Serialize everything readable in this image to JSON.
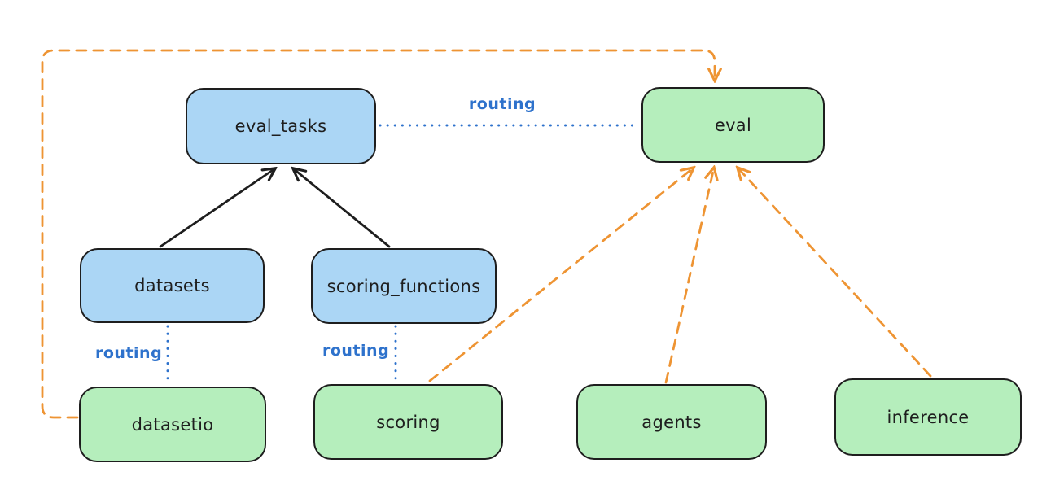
{
  "diagram": {
    "colors": {
      "background": "#ffffff",
      "node_border": "#1e1e1e",
      "node_text": "#1e1e1e",
      "registry_node_fill": "#abd6f5",
      "api_node_fill": "#b5eebc",
      "routing_blue": "#2e72cc",
      "provider_orange": "#ee9433",
      "dependency_black": "#1e1e1e"
    },
    "nodes": {
      "eval_tasks": {
        "label": "eval_tasks",
        "fill": "blue"
      },
      "eval": {
        "label": "eval",
        "fill": "green"
      },
      "datasets": {
        "label": "datasets",
        "fill": "blue"
      },
      "scoring_functions": {
        "label": "scoring_functions",
        "fill": "blue"
      },
      "datasetio": {
        "label": "datasetio",
        "fill": "green"
      },
      "scoring": {
        "label": "scoring",
        "fill": "green"
      },
      "agents": {
        "label": "agents",
        "fill": "green"
      },
      "inference": {
        "label": "inference",
        "fill": "green"
      }
    },
    "edge_labels": {
      "eval_tasks_to_eval": "routing",
      "datasets_to_datasetio": "routing",
      "scoring_functions_to_scoring": "routing"
    },
    "edges": [
      {
        "from": "datasets",
        "to": "eval_tasks",
        "style": "solid-black-arrow"
      },
      {
        "from": "scoring_functions",
        "to": "eval_tasks",
        "style": "solid-black-arrow"
      },
      {
        "from": "eval_tasks",
        "to": "eval",
        "style": "dotted-blue",
        "label": "routing"
      },
      {
        "from": "datasets",
        "to": "datasetio",
        "style": "dotted-blue",
        "label": "routing"
      },
      {
        "from": "scoring_functions",
        "to": "scoring",
        "style": "dotted-blue",
        "label": "routing"
      },
      {
        "from": "datasetio",
        "to": "eval",
        "style": "dashed-orange-arrow"
      },
      {
        "from": "scoring",
        "to": "eval",
        "style": "dashed-orange-arrow"
      },
      {
        "from": "agents",
        "to": "eval",
        "style": "dashed-orange-arrow"
      },
      {
        "from": "inference",
        "to": "eval",
        "style": "dashed-orange-arrow"
      }
    ]
  }
}
